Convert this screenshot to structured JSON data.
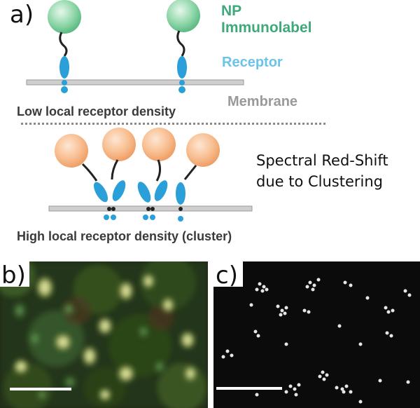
{
  "panel_a": {
    "letter": "a)",
    "np_label_line1": "NP",
    "np_label_line2": "Immunolabel",
    "receptor_label": "Receptor",
    "membrane_label": "Membrane",
    "low_density_label": "Low local receptor density",
    "shift_line1": "Spectral Red-Shift",
    "shift_line2": "due to Clustering",
    "high_density_label": "High local receptor density (cluster)",
    "colors": {
      "np_green": "#7fcf9a",
      "np_orange": "#f6b98a",
      "receptor": "#2b9fd8",
      "membrane": "#c8c8c8",
      "linker": "#222222"
    }
  },
  "panel_b": {
    "letter": "b)"
  },
  "panel_c": {
    "letter": "c)"
  }
}
